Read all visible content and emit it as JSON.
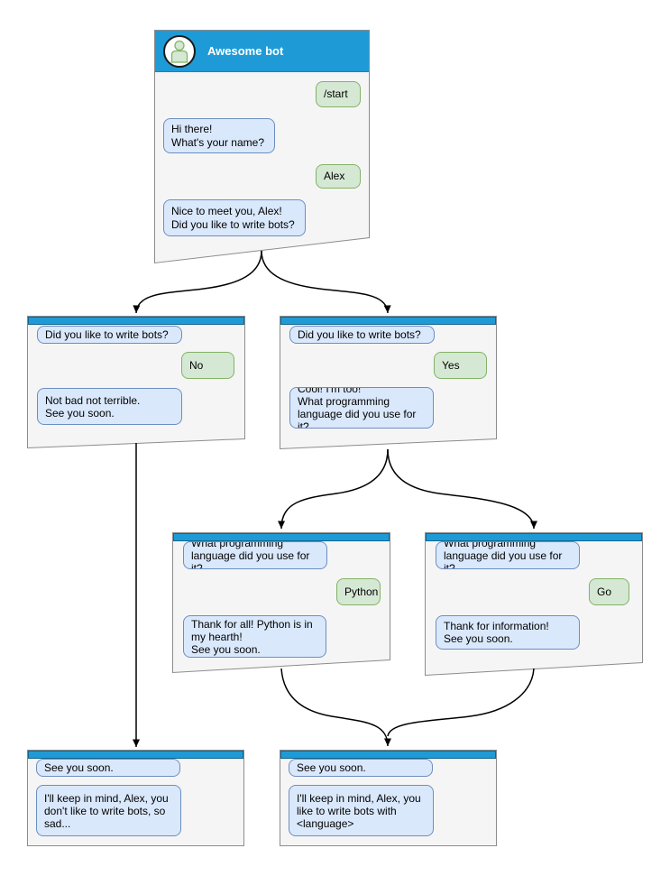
{
  "root_node": {
    "title": "Awesome bot",
    "messages": {
      "start": "/start",
      "greeting": "Hi there!\nWhat's your name?",
      "name_reply": "Alex",
      "question": "Nice to meet you, Alex!\nDid you like to write bots?"
    }
  },
  "no_node": {
    "question": "Did you like to write bots?",
    "answer": "No",
    "reply": "Not bad not terrible.\nSee you soon."
  },
  "yes_node": {
    "question": "Did you like to write bots?",
    "answer": "Yes",
    "reply": "Cool! I'm too!\nWhat programming\nlanguage did you use for it?"
  },
  "python_node": {
    "question": "What programming\nlanguage did you use for it?",
    "answer": "Python",
    "reply": "Thank for all! Python is in\nmy hearth!\nSee you soon."
  },
  "go_node": {
    "question": "What programming\nlanguage did you use for it?",
    "answer": "Go",
    "reply": "Thank for information!\nSee you soon."
  },
  "end_no_node": {
    "question": "See you soon.",
    "reply": "I'll keep in mind, Alex, you\ndon't like to write bots, so\nsad..."
  },
  "end_yes_node": {
    "question": "See you soon.",
    "reply": "I'll keep in mind, Alex, you\nlike to write bots with\n<language>"
  },
  "colors": {
    "header_blue": "#1E9BD7",
    "window_bg": "#F5F5F5",
    "window_border": "#8C8C8C",
    "bot_bubble_bg": "#DAE8FC",
    "bot_bubble_border": "#6C8EBF",
    "user_bubble_bg": "#D5E8D4",
    "user_bubble_border": "#82B366",
    "arrow": "#000000",
    "title_text": "#FFFFFF"
  }
}
